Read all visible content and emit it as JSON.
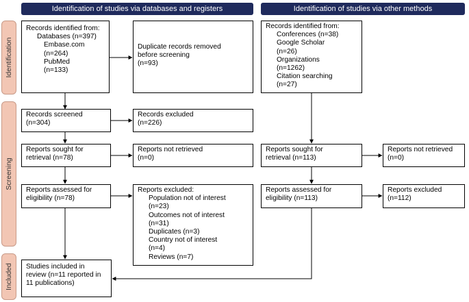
{
  "headers": {
    "databases": "Identification of studies via databases and registers",
    "other": "Identification of studies via other methods"
  },
  "phases": {
    "identification": "Identification",
    "screening": "Screening",
    "included": "Included"
  },
  "db": {
    "identified": {
      "title": "Records identified from:",
      "databases": "Databases (n=397)",
      "embase": "Embase.com",
      "embase_n": "(n=264)",
      "pubmed": "PubMed",
      "pubmed_n": "(n=133)"
    },
    "duplicates": [
      "Duplicate records removed",
      "before screening",
      "(n=93)"
    ],
    "screened": [
      "Records screened",
      "(n=304)"
    ],
    "excluded": [
      "Records excluded",
      "(n=226)"
    ],
    "sought": [
      "Reports sought for",
      "retrieval (n=78)"
    ],
    "not_retrieved": [
      "Reports not retrieved",
      "(n=0)"
    ],
    "assessed": [
      "Reports assessed for",
      "eligibility (n=78)"
    ],
    "reports_excluded": {
      "title": "Reports excluded:",
      "items": [
        "Population not of interest",
        "(n=23)",
        "Outcomes not of interest",
        "(n=31)",
        "Duplicates (n=3)",
        "Country not of interest",
        "(n=4)",
        "Reviews (n=7)"
      ]
    },
    "included": [
      "Studies included in",
      "review (n=11 reported in",
      "11 publications)"
    ]
  },
  "other": {
    "identified": {
      "title": "Records identified from:",
      "items": [
        "Conferences (n=38)",
        "Google Scholar",
        "(n=26)",
        "Organizations",
        "(n=1262)",
        "Citation searching",
        "(n=27)"
      ]
    },
    "sought": [
      "Reports sought for",
      "retrieval (n=113)"
    ],
    "not_retrieved": [
      "Reports not retrieved",
      "(n=0)"
    ],
    "assessed": [
      "Reports assessed for",
      "eligibility (n=113)"
    ],
    "excluded": [
      "Reports excluded",
      "(n=112)"
    ]
  }
}
